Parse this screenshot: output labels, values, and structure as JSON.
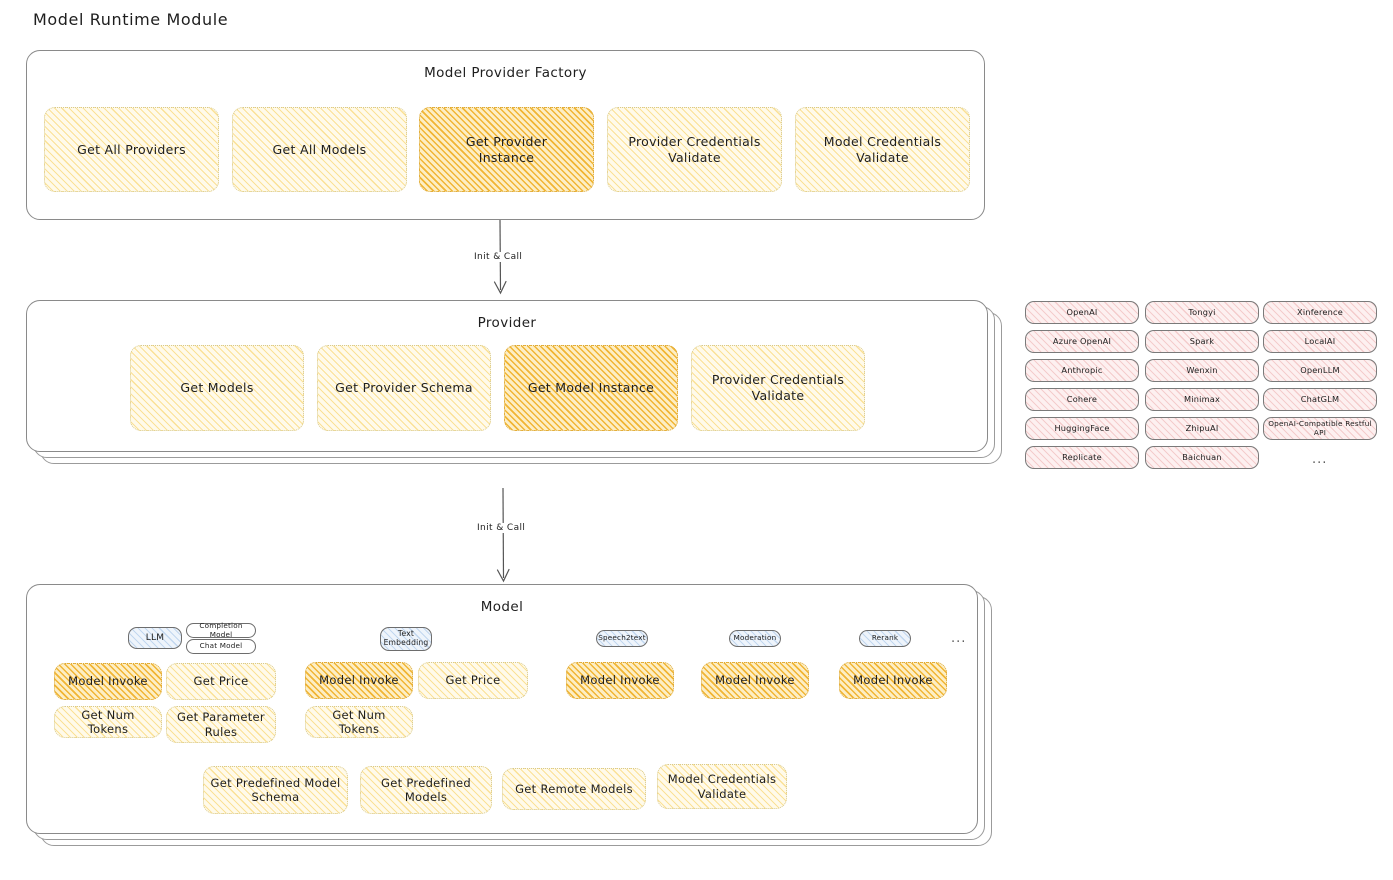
{
  "page": {
    "title": "Model Runtime Module"
  },
  "factory": {
    "title": "Model Provider Factory",
    "boxes": [
      {
        "label": "Get All Providers",
        "highlight": false
      },
      {
        "label": "Get All Models",
        "highlight": false
      },
      {
        "label": "Get Provider\nInstance",
        "highlight": true
      },
      {
        "label": "Provider Credentials\nValidate",
        "highlight": false
      },
      {
        "label": "Model Credentials\nValidate",
        "highlight": false
      }
    ]
  },
  "arrow_top": {
    "label": "Init & Call"
  },
  "provider": {
    "title": "Provider",
    "boxes": [
      {
        "label": "Get Models",
        "highlight": false
      },
      {
        "label": "Get Provider Schema",
        "highlight": false
      },
      {
        "label": "Get Model Instance",
        "highlight": true
      },
      {
        "label": "Provider Credentials\nValidate",
        "highlight": false
      }
    ]
  },
  "arrow_bottom": {
    "label": "Init & Call"
  },
  "provider_list": {
    "columns": [
      [
        "OpenAI",
        "Azure OpenAI",
        "Anthropic",
        "Cohere",
        "HuggingFace",
        "Replicate"
      ],
      [
        "Tongyi",
        "Spark",
        "Wenxin",
        "Minimax",
        "ZhipuAI",
        "Baichuan"
      ],
      [
        "Xinference",
        "LocalAI",
        "OpenLLM",
        "ChatGLM",
        "OpenAI-Compatible Restful API"
      ]
    ],
    "more": "..."
  },
  "model": {
    "title": "Model",
    "more": "...",
    "types": [
      {
        "name": "LLM",
        "subchips": [
          "Completion Model",
          "Chat Model"
        ],
        "ops": [
          {
            "label": "Model Invoke",
            "highlight": true
          },
          {
            "label": "Get Price",
            "highlight": false
          },
          {
            "label": "Get Num Tokens",
            "highlight": false
          },
          {
            "label": "Get Parameter\nRules",
            "highlight": false
          }
        ]
      },
      {
        "name": "Text\nEmbedding",
        "subchips": [],
        "ops": [
          {
            "label": "Model Invoke",
            "highlight": true
          },
          {
            "label": "Get Price",
            "highlight": false
          },
          {
            "label": "Get Num Tokens",
            "highlight": false
          }
        ]
      },
      {
        "name": "Speech2text",
        "subchips": [],
        "ops": [
          {
            "label": "Model Invoke",
            "highlight": true
          }
        ]
      },
      {
        "name": "Moderation",
        "subchips": [],
        "ops": [
          {
            "label": "Model Invoke",
            "highlight": true
          }
        ]
      },
      {
        "name": "Rerank",
        "subchips": [],
        "ops": [
          {
            "label": "Model Invoke",
            "highlight": true
          }
        ]
      }
    ],
    "common_ops": [
      {
        "label": "Get Predefined Model\nSchema"
      },
      {
        "label": "Get Predefined\nModels"
      },
      {
        "label": "Get Remote Models"
      },
      {
        "label": "Model Credentials\nValidate"
      }
    ]
  },
  "colors": {
    "highlight_fill": "#f0b22c",
    "normal_fill": "#fffaea",
    "provider_chip": "#fdf0f0",
    "type_chip": "#eef4fb",
    "stroke": "#1e1e1e"
  }
}
